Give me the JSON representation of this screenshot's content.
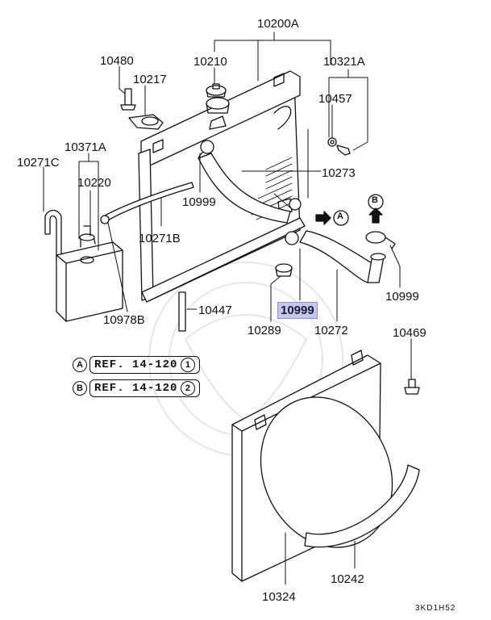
{
  "labels": {
    "p10200A": "10200A",
    "p10480": "10480",
    "p10210": "10210",
    "p10321A": "10321A",
    "p10217": "10217",
    "p10457": "10457",
    "p10371A": "10371A",
    "p10271C": "10271C",
    "p10220": "10220",
    "p10273": "10273",
    "p10999_top": "10999",
    "p10271B": "10271B",
    "p10999_right": "10999",
    "p10978B": "10978B",
    "p10447": "10447",
    "p10999_highlight": "10999",
    "p10289": "10289",
    "p10272": "10272",
    "p10469": "10469",
    "p10242": "10242",
    "p10324": "10324"
  },
  "refs": [
    {
      "marker": "A",
      "text": "REF. 14-120",
      "num": "1"
    },
    {
      "marker": "B",
      "text": "REF. 14-120",
      "num": "2"
    }
  ],
  "markers": {
    "a": "A",
    "b": "B"
  },
  "diagram_code": "3KD1H52",
  "colors": {
    "highlight": "#c5c8ec",
    "line": "#111111"
  }
}
